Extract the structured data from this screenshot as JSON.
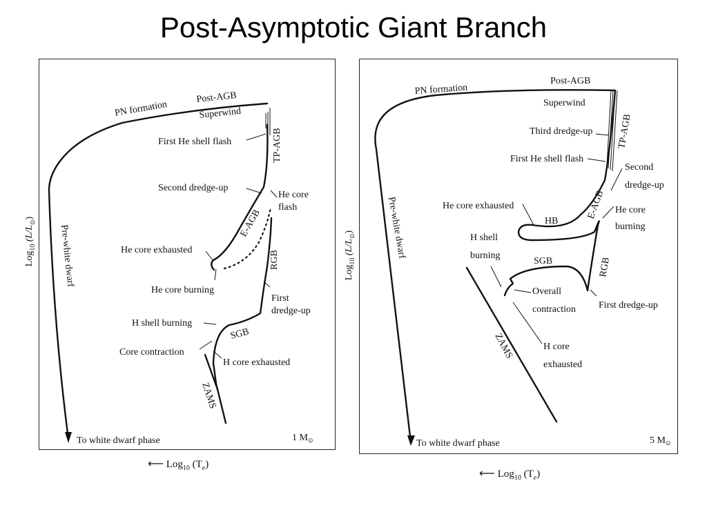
{
  "title": "Post-Asymptotic Giant Branch",
  "panels": [
    {
      "mass": "1 M",
      "labels": {
        "pn_formation": "PN formation",
        "post_agb": "Post-AGB",
        "superwind": "Superwind",
        "tp_agb": "TP-AGB",
        "first_he_shell_flash": "First He shell flash",
        "second_dredge_up": "Second dredge-up",
        "he_core_flash_1": "He core",
        "he_core_flash_2": "flash",
        "e_agb": "E-AGB",
        "he_core_exhausted": "He core exhausted",
        "rgb": "RGB",
        "he_core_burning": "He core burning",
        "first_dredge_1": "First",
        "first_dredge_2": "dredge-up",
        "h_shell_burning": "H shell burning",
        "sgb": "SGB",
        "core_contraction": "Core contraction",
        "h_core_exhausted": "H core exhausted",
        "zams": "ZAMS",
        "pre_white_dwarf": "Pre-white dwarf",
        "to_white_dwarf": "To white dwarf phase"
      }
    },
    {
      "mass": "5 M",
      "labels": {
        "pn_formation": "PN formation",
        "post_agb": "Post-AGB",
        "superwind": "Superwind",
        "third_dredge_up": "Third dredge-up",
        "tp_agb": "TP-AGB",
        "first_he_shell_flash": "First He shell flash",
        "second_dredge_1": "Second",
        "second_dredge_2": "dredge-up",
        "he_core_exhausted": "He core exhausted",
        "hb": "HB",
        "e_agb": "E-AGB",
        "he_core_burning_1": "He core",
        "he_core_burning_2": "burning",
        "h_shell_burning_1": "H shell",
        "h_shell_burning_2": "burning",
        "sgb": "SGB",
        "rgb": "RGB",
        "overall_contraction_1": "Overall",
        "overall_contraction_2": "contraction",
        "first_dredge_up": "First dredge-up",
        "h_core_exhausted_1": "H core",
        "h_core_exhausted_2": "exhausted",
        "zams": "ZAMS",
        "pre_white_dwarf": "Pre-white dwarf",
        "to_white_dwarf": "To white dwarf phase"
      }
    }
  ],
  "axes": {
    "y_label_prefix": "Log",
    "y_label_sub": "10",
    "y_label_var": "(L/L",
    "x_label_prefix": "Log",
    "x_label_sub": "10",
    "x_label_var": "(T",
    "x_label_var_sub": "e",
    "x_label_close": ")",
    "sun_symbol": "⊙",
    "arrow": "⟵"
  }
}
